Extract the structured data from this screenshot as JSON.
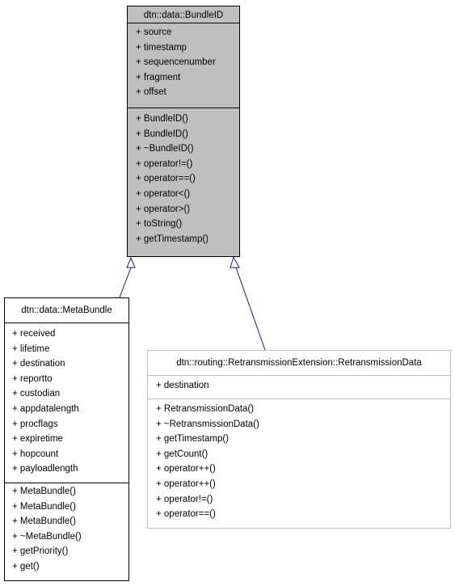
{
  "base_class": {
    "name": "dtn::data::BundleID",
    "attributes": [
      "+ source",
      "+ timestamp",
      "+ sequencenumber",
      "+ fragment",
      "+ offset"
    ],
    "operations": [
      "+ BundleID()",
      "+ BundleID()",
      "+ ~BundleID()",
      "+ operator!=()",
      "+ operator==()",
      "+ operator<()",
      "+ operator>()",
      "+ toString()",
      "+ getTimestamp()"
    ]
  },
  "meta_bundle": {
    "name": "dtn::data::MetaBundle",
    "attributes": [
      "+ received",
      "+ lifetime",
      "+ destination",
      "+ reportto",
      "+ custodian",
      "+ appdatalength",
      "+ procflags",
      "+ expiretime",
      "+ hopcount",
      "+ payloadlength"
    ],
    "operations": [
      "+ MetaBundle()",
      "+ MetaBundle()",
      "+ MetaBundle()",
      "+ ~MetaBundle()",
      "+ getPriority()",
      "+ get()"
    ]
  },
  "retransmission_data": {
    "name": "dtn::routing::RetransmissionExtension::RetransmissionData",
    "attributes": [
      "+ destination"
    ],
    "operations": [
      "+ RetransmissionData()",
      "+ ~RetransmissionData()",
      "+ getTimestamp()",
      "+ getCount()",
      "+ operator++()",
      "+ operator++()",
      "+ operator!=()",
      "+ operator==()"
    ]
  },
  "colors": {
    "base_fill": "#bfbfbf",
    "edge": "#191970",
    "retx_border": "#bfbfbf"
  }
}
